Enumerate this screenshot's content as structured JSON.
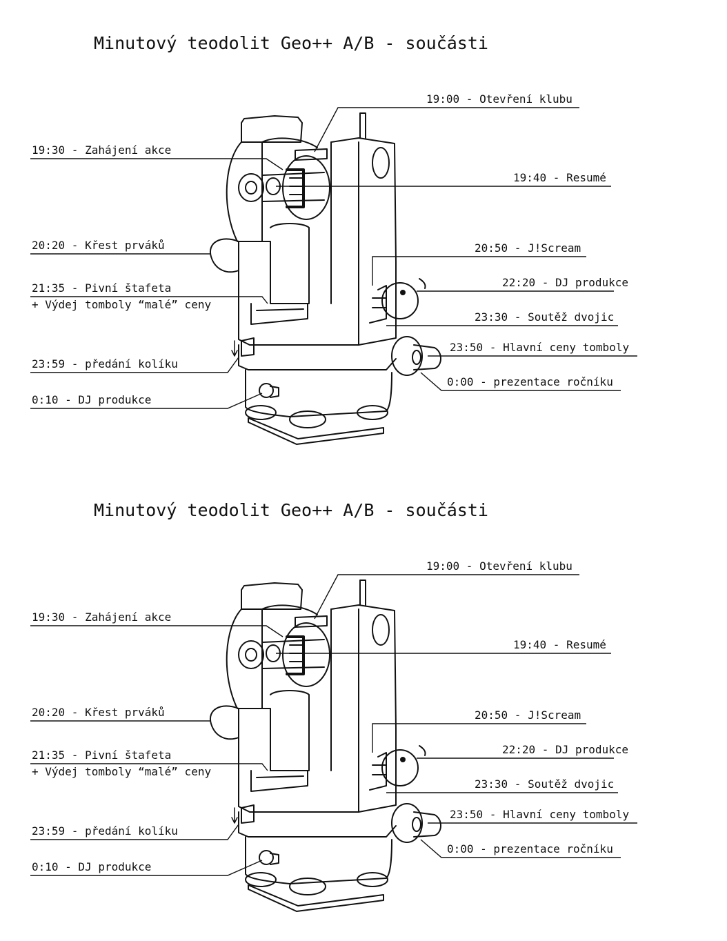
{
  "panels": [
    {
      "title": "Minutový teodolit Geo++ A/B - součásti",
      "labels": {
        "l1900": "19:00 - Otevření klubu",
        "l1930": "19:30 - Zahájení akce",
        "l1940": "19:40 - Resumé",
        "l2020": "20:20 - Křest prváků",
        "l2050": "20:50 - J!Scream",
        "l2135a": "21:35 - Pivní štafeta",
        "l2135b": "+ Výdej tomboly “malé” ceny",
        "l2220": "22:20 - DJ produkce",
        "l2330": "23:30 - Soutěž dvojic",
        "l2350": "23:50 - Hlavní ceny tomboly",
        "l2359": "23:59 - předání kolíku",
        "l0000": "0:00 - prezentace ročníku",
        "l0010": "0:10 - DJ produkce"
      }
    },
    {
      "title": "Minutový teodolit Geo++ A/B - součásti",
      "labels": {
        "l1900": "19:00 - Otevření klubu",
        "l1930": "19:30 - Zahájení akce",
        "l1940": "19:40 - Resumé",
        "l2020": "20:20 - Křest prváků",
        "l2050": "20:50 - J!Scream",
        "l2135a": "21:35 - Pivní štafeta",
        "l2135b": "+ Výdej tomboly “malé” ceny",
        "l2220": "22:20 - DJ produkce",
        "l2330": "23:30 - Soutěž dvojic",
        "l2350": "23:50 - Hlavní ceny tomboly",
        "l2359": "23:59 - předání kolíku",
        "l0000": "0:00 - prezentace ročníku",
        "l0010": "0:10 - DJ produkce"
      }
    }
  ]
}
